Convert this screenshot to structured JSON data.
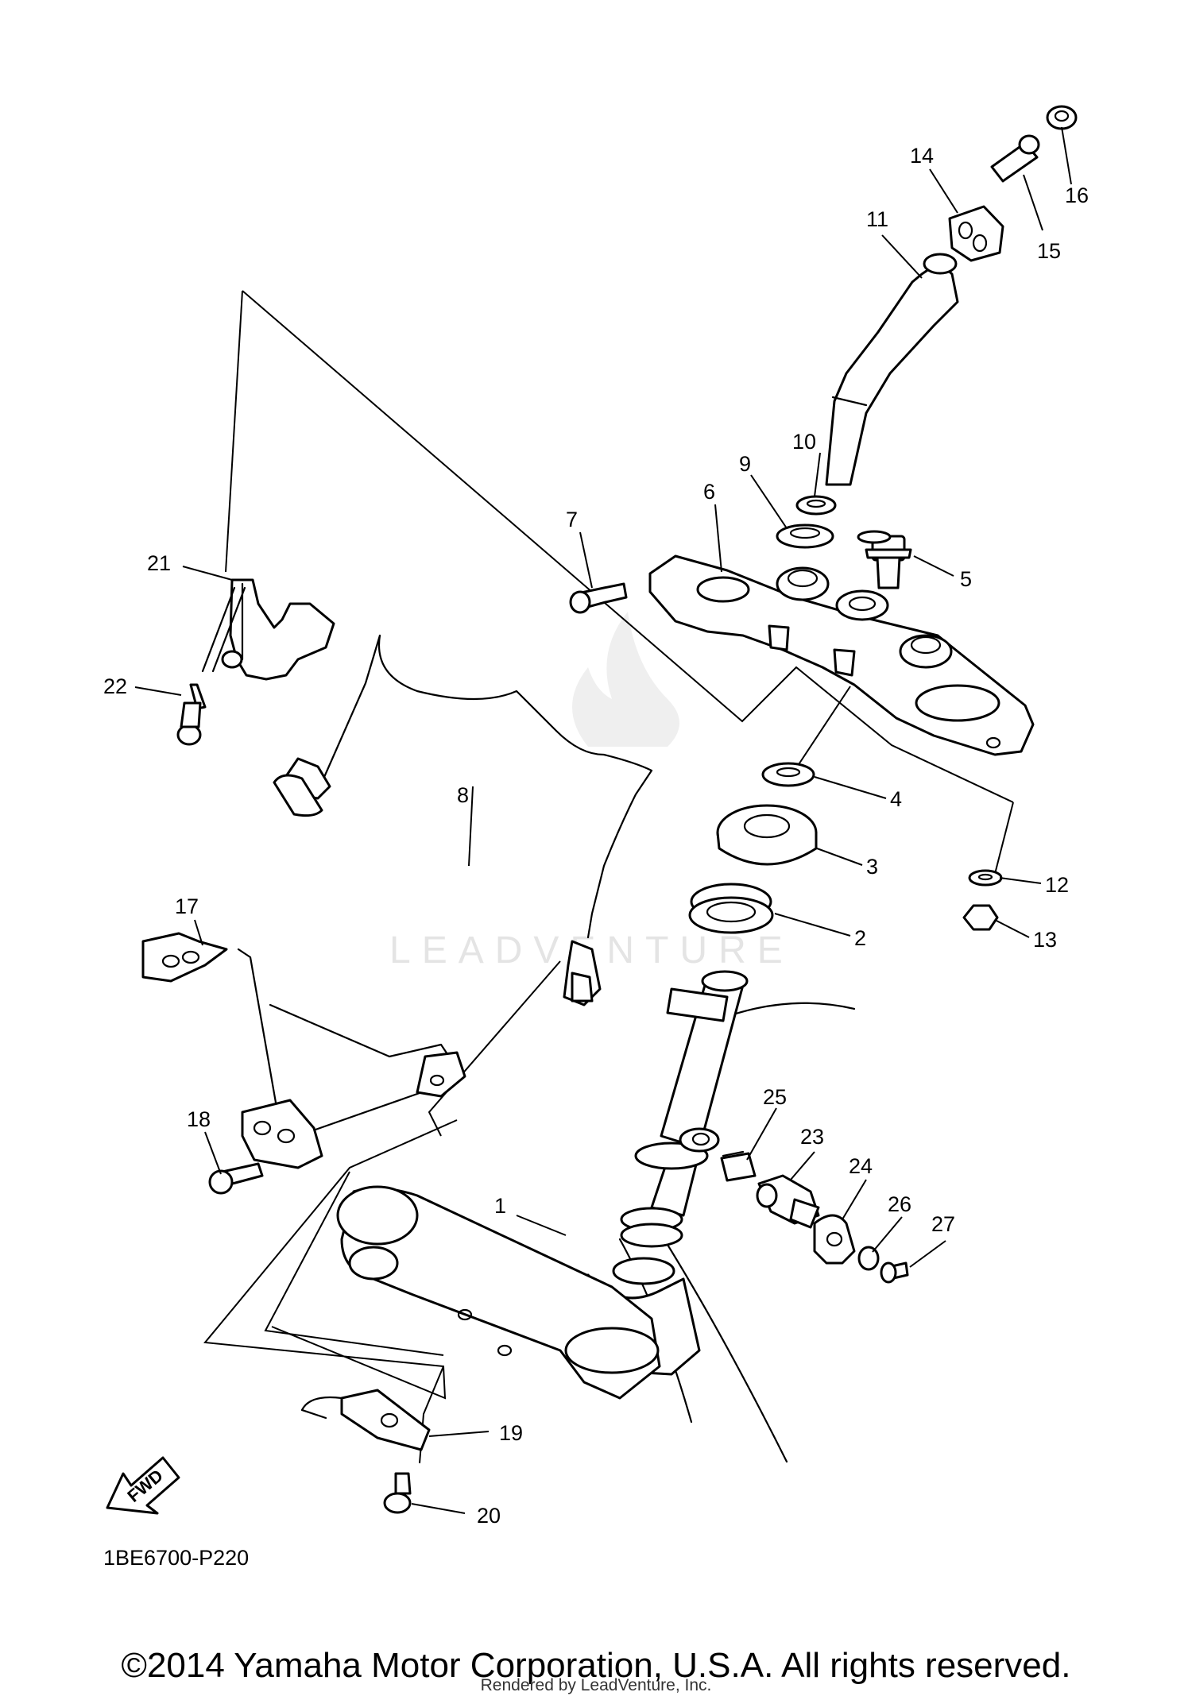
{
  "diagram": {
    "code": "1BE6700-P220",
    "fwd_label": "FWD",
    "watermark": "LEADVENTURE",
    "parts": [
      "1",
      "2",
      "3",
      "4",
      "5",
      "6",
      "7",
      "8",
      "9",
      "10",
      "11",
      "12",
      "13",
      "14",
      "15",
      "16",
      "17",
      "18",
      "19",
      "20",
      "21",
      "22",
      "23",
      "24",
      "25",
      "26",
      "27"
    ]
  },
  "footer": {
    "copyright": "©2014 Yamaha Motor Corporation, U.S.A. All rights reserved.",
    "rendered_by": "Rendered by LeadVenture, Inc."
  }
}
